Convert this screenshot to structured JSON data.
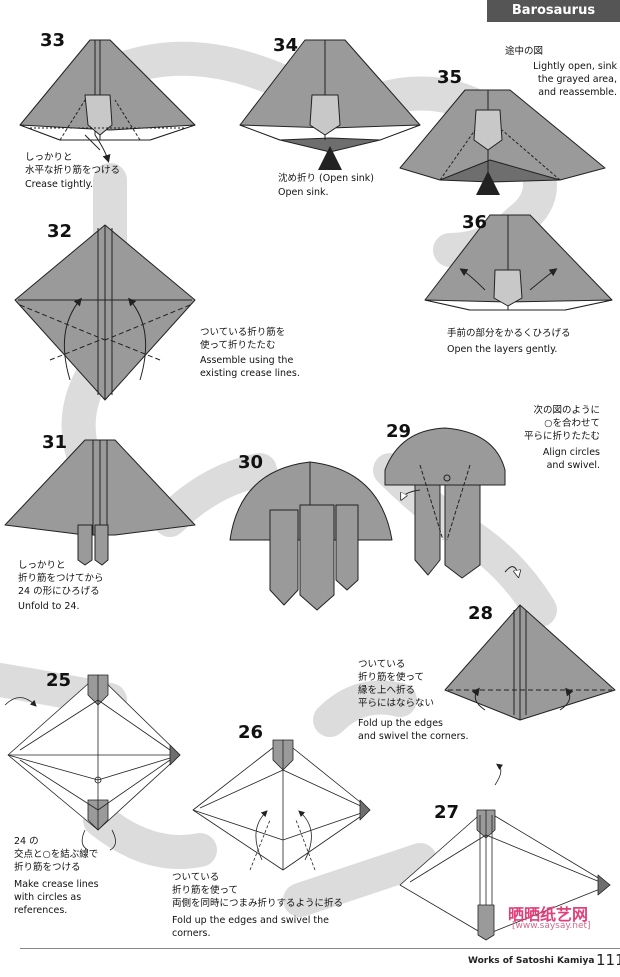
{
  "header": {
    "title": "Barosaurus"
  },
  "steps": {
    "s25": {
      "num": "25",
      "ja": "24 の\n交点と○を結ぶ線で\n折り筋をつける",
      "en": "Make crease lines\nwith circles as\nreferences."
    },
    "s26": {
      "num": "26",
      "ja": "ついている\n折り筋を使って\n両側を同時につまみ折りするように折る",
      "en": "Fold up the edges and swivel the\ncorners."
    },
    "s27": {
      "num": "27"
    },
    "s28": {
      "num": "28",
      "ja": "ついている\n折り筋を使って\n縁を上へ折る\n平らにはならない",
      "en": "Fold up the edges\nand swivel the corners."
    },
    "s29": {
      "num": "29",
      "ja": "次の図のように\n○を合わせて\n平らに折りたたむ",
      "en": "Align circles\nand swivel."
    },
    "s30": {
      "num": "30"
    },
    "s31": {
      "num": "31",
      "ja": "しっかりと\n折り筋をつけてから\n24 の形にひろげる",
      "en": "Unfold to 24."
    },
    "s32": {
      "num": "32",
      "ja": "ついている折り筋を\n使って折りたたむ",
      "en": "Assemble using the\nexisting crease lines."
    },
    "s33": {
      "num": "33",
      "ja": "しっかりと\n水平な折り筋をつける",
      "en": "Crease tightly."
    },
    "s34": {
      "num": "34",
      "ja": "沈め折り (Open sink)",
      "en": "Open sink."
    },
    "s35": {
      "num": "35",
      "ja": "途中の図",
      "en": "Lightly open, sink\nthe grayed area,\nand reassemble."
    },
    "s36": {
      "num": "36",
      "ja": "手前の部分をかるくひろげる",
      "en": "Open the layers gently."
    }
  },
  "footer": {
    "credit": "Works of Satoshi Kamiya",
    "page": "111"
  },
  "watermark": {
    "logo": "晒晒纸艺网",
    "url": "[www.saysay.net]"
  },
  "colors": {
    "paper_gray": "#9a9a9a",
    "paper_dark": "#6e6e6e",
    "line": "#222222",
    "path": "#d9d9d9",
    "header": "#555555"
  }
}
